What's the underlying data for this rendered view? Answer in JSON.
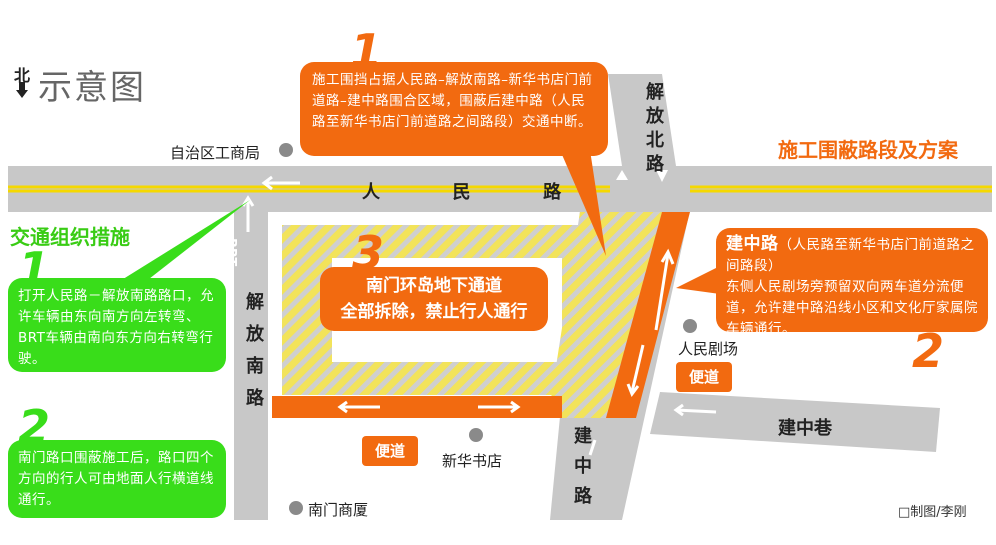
{
  "header": {
    "north_label": "北",
    "title": "示意图",
    "section_title_left": "交通组织措施",
    "section_title_right": "施工围蔽路段及方案"
  },
  "roads": {
    "renmin": "人  民  路",
    "jiefang_bei": "解放北路",
    "jiefang_nan": "解放南路",
    "jianzhong": "建中路",
    "jianzhong_xiang": "建中巷",
    "brt": "BRT"
  },
  "places": {
    "zizhiqu": "自治区工商局",
    "renmin_juchang": "人民剧场",
    "xinhua_shudian": "新华书店",
    "nanmen_shangsha": "南门商厦"
  },
  "callouts": {
    "top": {
      "number": "1",
      "text": "施工围挡占据人民路–解放南路–新华书店门前道路–建中路围合区域，围蔽后建中路（人民路至新华书店门前道路之间路段）交通中断。"
    },
    "center": {
      "number": "3",
      "line1": "南门环岛地下通道",
      "line2": "全部拆除，禁止行人通行"
    },
    "right": {
      "number": "2",
      "heading": "建中路",
      "heading_note": "（人民路至新华书店门前道路之间路段）",
      "text": "东侧人民剧场旁预留双向两车道分流便道，允许建中路沿线小区和文化厅家属院车辆通行。"
    },
    "left1": {
      "number": "1",
      "text": "打开人民路－解放南路路口，允许车辆由东向南方向左转弯、BRT车辆由南向东方向右转弯行驶。"
    },
    "left2": {
      "number": "2",
      "text": "南门路口围蔽施工后，路口四个方向的行人可由地面人行横道线通行。"
    }
  },
  "badges": {
    "biandao_bottom": "便道",
    "biandao_right": "便道"
  },
  "credit": "□制图/李刚",
  "colors": {
    "orange": "#f26a10",
    "green": "#39dd1a",
    "road_gray": "#c8c8c8",
    "yellow_line": "#f5d800"
  }
}
